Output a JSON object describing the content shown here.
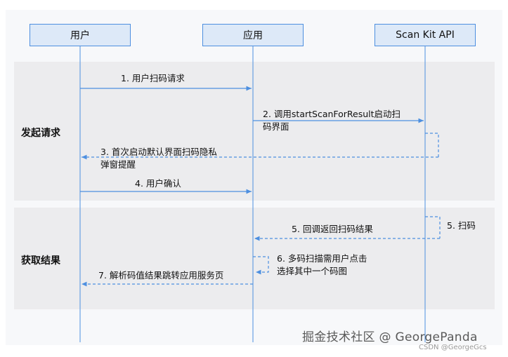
{
  "participants": [
    {
      "label": "用户"
    },
    {
      "label": "应用"
    },
    {
      "label": "Scan Kit API"
    }
  ],
  "sections": [
    {
      "label": "发起请求"
    },
    {
      "label": "获取结果"
    }
  ],
  "messages": [
    {
      "lines": [
        "1. 用户扫码请求"
      ]
    },
    {
      "lines": [
        "2. 调用startScanForResult启动扫",
        "码界面"
      ]
    },
    {
      "lines": [
        "3. 首次启动默认界面扫码隐私",
        "弹窗提醒"
      ]
    },
    {
      "lines": [
        "4. 用户确认"
      ]
    },
    {
      "lines": [
        "5. 扫码"
      ]
    },
    {
      "lines": [
        "5. 回调返回扫码结果"
      ]
    },
    {
      "lines": [
        "6. 多码扫描需用户点击",
        "选择其中一个码图"
      ]
    },
    {
      "lines": [
        "7. 解析码值结果跳转应用服务页"
      ]
    }
  ],
  "watermark": {
    "main": "掘金技术社区 @ GeorgePanda",
    "sub": "CSDN @GeorgeGcs"
  },
  "colors": {
    "line": "#4d8fe0",
    "participant_fill": "#dde9f8",
    "band": "#ececee"
  }
}
